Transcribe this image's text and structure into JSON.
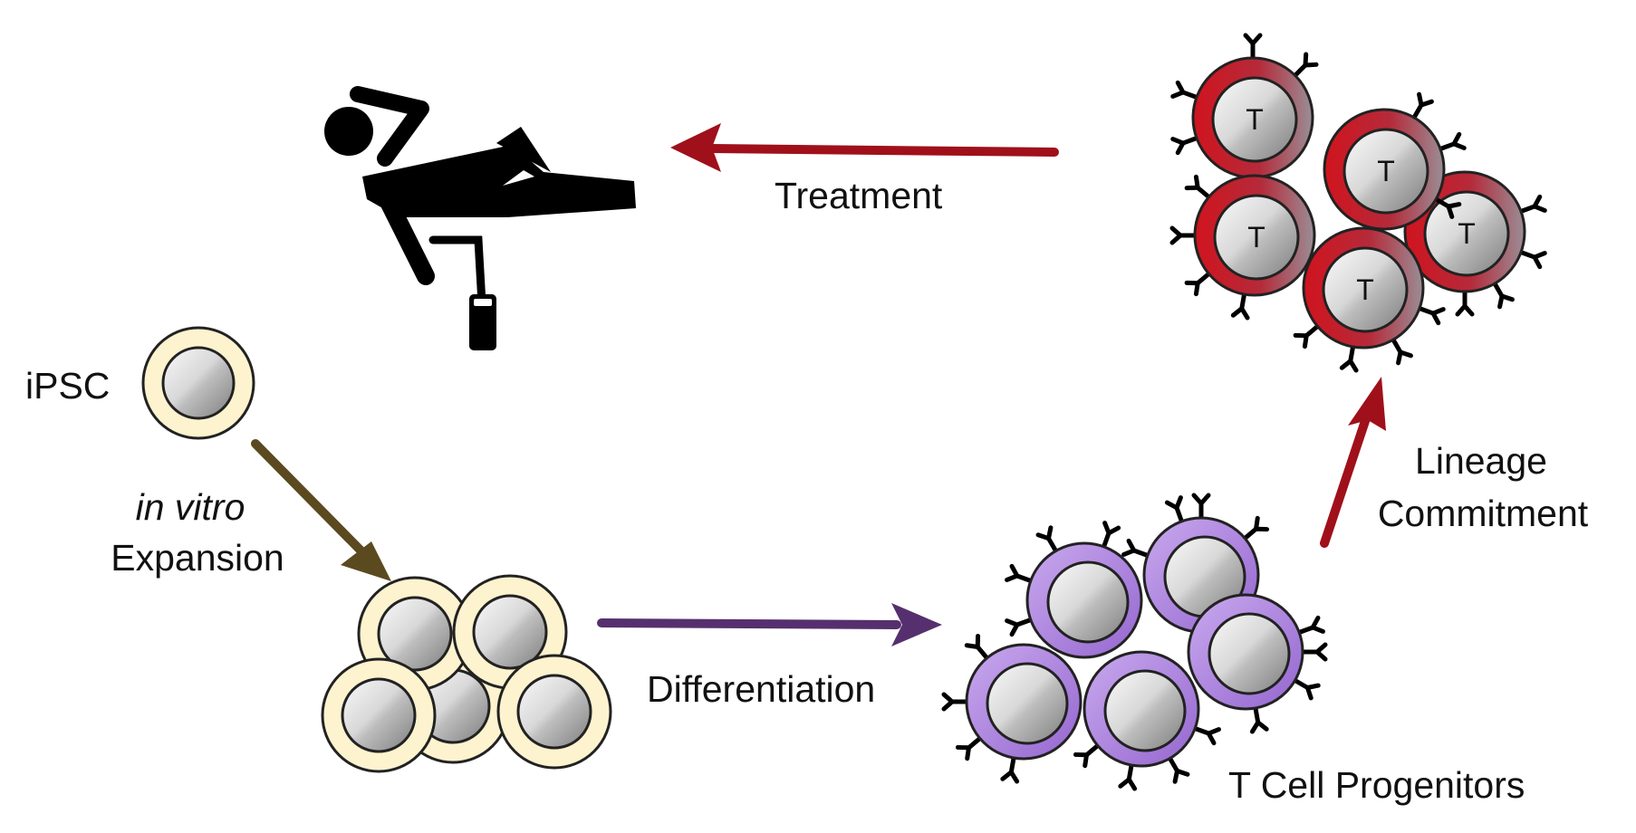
{
  "labels": {
    "ipsc": "iPSC",
    "in_vitro": "in vitro",
    "expansion": "Expansion",
    "differentiation": "Differentiation",
    "lineage": "Lineage",
    "commitment": "Commitment",
    "t_cell_progenitors": "T Cell Progenitors",
    "treatment": "Treatment",
    "t_marker": "T"
  },
  "colors": {
    "ipsc_ring": "#fdf3cf",
    "ipsc_ring_stroke": "#222222",
    "progenitor_ring": "#b48fdf",
    "progenitor_ring_dark": "#8b64c0",
    "tcell_ring": "#c8141c",
    "tcell_ring_grey": "#9a8e96",
    "nucleus_light": "#f4f4f4",
    "nucleus_dark": "#8c8c8c",
    "arrow_expansion": "#5b4a1f",
    "arrow_differentiation": "#56306e",
    "arrow_lineage": "#a0101a",
    "arrow_treatment": "#a0101a",
    "patient": "#000000"
  },
  "icons": {
    "patient": "patient-in-bed-with-iv-icon"
  }
}
